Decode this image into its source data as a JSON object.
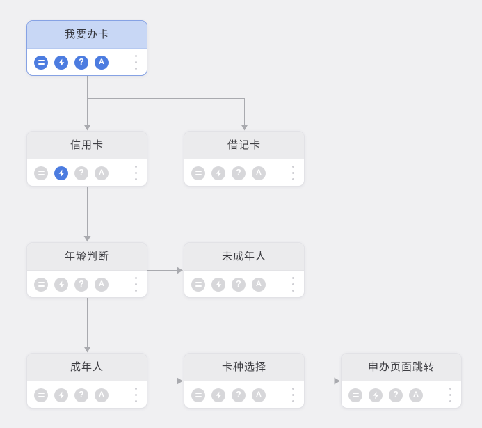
{
  "canvas": {
    "background": "#f0f0f2",
    "connector_color": "#a9aaaf"
  },
  "colors": {
    "accent_blue": "#4c7ce0",
    "highlight_header_blue": "#c8d7f5",
    "highlight_border_blue": "#86a2e4",
    "node_header_gray": "#ebebed",
    "inactive_icon_gray": "#d7d7da",
    "title_text": "#3d3d42"
  },
  "icon_legend": [
    {
      "name": "answer-icon",
      "glyph": "double-bars"
    },
    {
      "name": "trigger-icon",
      "glyph": "lightning-bolt"
    },
    {
      "name": "question-icon",
      "glyph": "?"
    },
    {
      "name": "letter-a-icon",
      "glyph": "A"
    },
    {
      "name": "kebab-menu-icon",
      "glyph": "vertical-dots"
    }
  ],
  "nodes": [
    {
      "label": "我要办卡",
      "highlighted": true,
      "icons": {
        "answer": true,
        "trigger": true,
        "question": true,
        "letter_a": true
      }
    },
    {
      "label": "信用卡",
      "highlighted": false,
      "icons": {
        "answer": false,
        "trigger": true,
        "question": false,
        "letter_a": false
      }
    },
    {
      "label": "借记卡",
      "highlighted": false,
      "icons": {
        "answer": false,
        "trigger": false,
        "question": false,
        "letter_a": false
      }
    },
    {
      "label": "年龄判断",
      "highlighted": false,
      "icons": {
        "answer": false,
        "trigger": false,
        "question": false,
        "letter_a": false
      }
    },
    {
      "label": "未成年人",
      "highlighted": false,
      "icons": {
        "answer": false,
        "trigger": false,
        "question": false,
        "letter_a": false
      }
    },
    {
      "label": "成年人",
      "highlighted": false,
      "icons": {
        "answer": false,
        "trigger": false,
        "question": false,
        "letter_a": false
      }
    },
    {
      "label": "卡种选择",
      "highlighted": false,
      "icons": {
        "answer": false,
        "trigger": false,
        "question": false,
        "letter_a": false
      }
    },
    {
      "label": "申办页面跳转",
      "highlighted": false,
      "icons": {
        "answer": false,
        "trigger": false,
        "question": false,
        "letter_a": false
      }
    }
  ],
  "edges": [
    {
      "from": "我要办卡",
      "to": "信用卡"
    },
    {
      "from": "我要办卡",
      "to": "借记卡"
    },
    {
      "from": "信用卡",
      "to": "年龄判断"
    },
    {
      "from": "年龄判断",
      "to": "未成年人"
    },
    {
      "from": "年龄判断",
      "to": "成年人"
    },
    {
      "from": "成年人",
      "to": "卡种选择"
    },
    {
      "from": "卡种选择",
      "to": "申办页面跳转"
    }
  ]
}
